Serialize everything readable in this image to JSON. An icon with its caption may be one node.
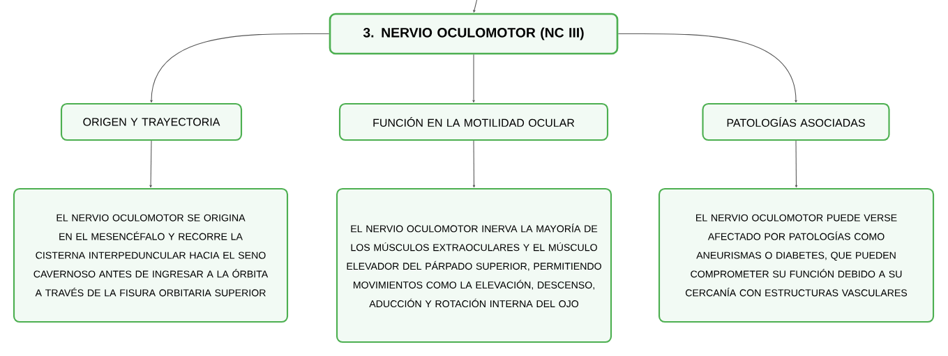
{
  "diagram": {
    "nodes": [
      {
        "text": [
          "3. NERVIO OCULOMOTOR (NC III)"
        ]
      },
      {
        "text": [
          "ORIGEN Y TRAYECTORIA"
        ]
      },
      {
        "text": [
          "FUNCIÓN EN LA MOTILIDAD OCULAR"
        ]
      },
      {
        "text": [
          "PATOLOGÍAS ASOCIADAS"
        ]
      },
      {
        "text": [
          "EL NERVIO OCULOMOTOR SE ORIGINA EN EL MESENCÉFALO Y RECORRE LA CISTERNA INTERPEDUNCULAR HACIA EL SENO CAVERNOSO ANTES DE INGRESAR A LA ÓRBITA A TRAVÉS DE LA FISURA ORBITARIA SUPERIOR"
        ]
      },
      {
        "text": [
          "EL NERVIO OCULOMOTOR INERVA LA MAYORÍA DE LOS MÚSCULOS EXTRAOCULARES Y EL MÚSCULO ELEVADOR DEL PÁRPADO SUPERIOR, PERMITIENDO MOVIMIENTOS COMO LA ELEVACIÓN, DESCENSO, ADUCCIÓN Y ROTACIÓN INTERNA DEL OJO"
        ]
      },
      {
        "text": [
          "EL NERVIO OCULOMOTOR PUEDE VERSE AFECTADO POR PATOLOGÍAS COMO ANEURISMAS O DIABETES, QUE PUEDEN COMPROMETER SU FUNCIÓN DEBIDO A SU CERCANÍA CON ESTRUCTURAS VASCULARES"
        ]
      }
    ],
    "edges": [
      {
        "from": null,
        "to": 0,
        "arrow": "to"
      },
      {
        "from": 0,
        "to": 1,
        "arrow": "to"
      },
      {
        "from": 0,
        "to": 2,
        "arrow": "to"
      },
      {
        "from": 0,
        "to": 3,
        "arrow": "to"
      },
      {
        "from": 1,
        "to": 4,
        "arrow": "to"
      },
      {
        "from": 2,
        "to": 5,
        "arrow": "to"
      },
      {
        "from": 3,
        "to": 6,
        "arrow": "to"
      }
    ]
  }
}
